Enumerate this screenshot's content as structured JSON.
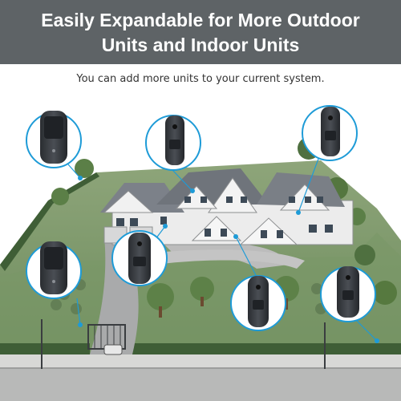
{
  "header": {
    "title_line1": "Easily Expandable for More Outdoor",
    "title_line2": "Units and Indoor Units",
    "bg_color": "#5e6366"
  },
  "subtitle": "You can add more units to your current system.",
  "accent_color": "#1e9bd7",
  "units": [
    {
      "name": "indoor-unit-top-left",
      "type": "indoor"
    },
    {
      "name": "outdoor-unit-top-center",
      "type": "outdoor"
    },
    {
      "name": "outdoor-unit-top-right",
      "type": "outdoor"
    },
    {
      "name": "indoor-unit-left",
      "type": "indoor"
    },
    {
      "name": "outdoor-unit-center",
      "type": "outdoor"
    },
    {
      "name": "outdoor-unit-bottom-center",
      "type": "outdoor"
    },
    {
      "name": "outdoor-unit-bottom-right",
      "type": "outdoor"
    }
  ]
}
